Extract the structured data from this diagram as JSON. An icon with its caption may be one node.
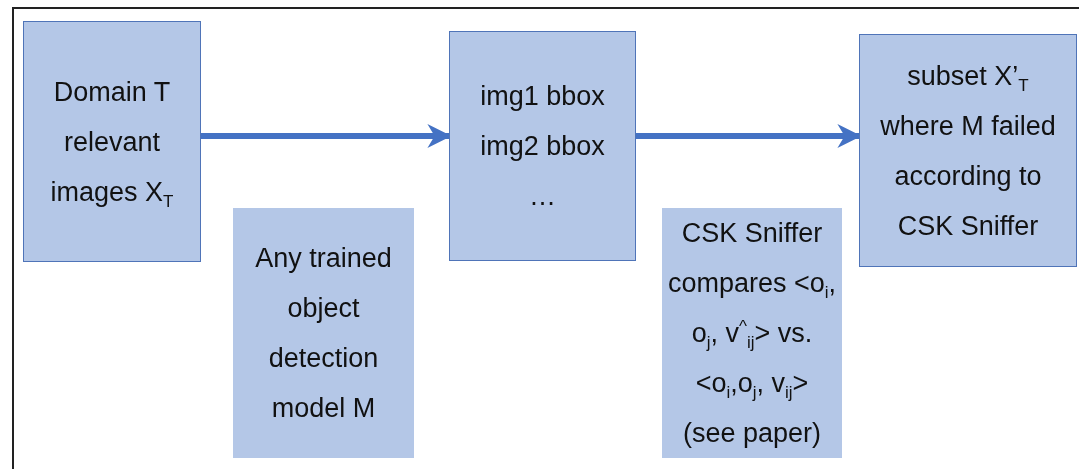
{
  "diagram": {
    "nodes": [
      {
        "text": [
          "Domain T relevant images X$_{T}$"
        ]
      },
      {
        "text": [
          "Any trained object detection model M"
        ]
      },
      {
        "text": [
          "img1 bbox img2 bbox …"
        ]
      },
      {
        "text": [
          "CSK Sniffer compares <o$_{i}$, o$_{j}$, v$^{^}$$_{ij}$> vs. <o$_{i}$,o$_{j}$, v$_{ij}$> (see paper)"
        ]
      },
      {
        "text": [
          "subset X’$_{T}$ where M failed according to CSK Sniffer"
        ]
      }
    ],
    "edges": [
      {
        "from": 0,
        "to": 2,
        "arrow": "to"
      },
      {
        "from": 2,
        "to": 4,
        "arrow": "to"
      }
    ]
  }
}
